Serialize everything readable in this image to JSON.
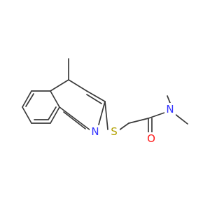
{
  "molecule": {
    "atoms": {
      "N1": {
        "symbol": "N",
        "color": "#3333ff"
      },
      "S1": {
        "symbol": "S",
        "color": "#b2a000"
      },
      "O1": {
        "symbol": "O",
        "color": "#ff1a1a"
      },
      "N2": {
        "symbol": "N",
        "color": "#3333ff"
      }
    },
    "bond_color": "#3a3a3a"
  }
}
